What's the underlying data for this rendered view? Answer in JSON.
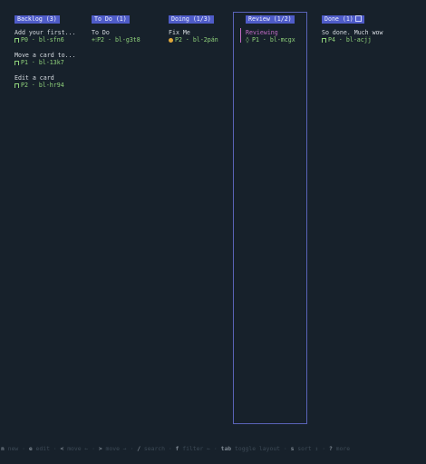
{
  "columns": [
    {
      "header": "Backlog (3)",
      "cards": [
        {
          "title": "Add your first...",
          "priority": "P0",
          "id": "bl-sfn6",
          "icon": "bookmark-icon"
        },
        {
          "title": "Move a card to...",
          "priority": "P1",
          "id": "bl-13k7",
          "icon": "bookmark-icon"
        },
        {
          "title": "Edit a card",
          "priority": "P2",
          "id": "bl-hr94",
          "icon": "bookmark-icon"
        }
      ]
    },
    {
      "header": "To Do (1)",
      "cards": [
        {
          "title": "To Do",
          "priority": "P2",
          "id": "bl-g3t8",
          "icon": "sparkle-icon",
          "icon_glyph": "+⁝"
        }
      ]
    },
    {
      "header": "Doing (1/3)",
      "cards": [
        {
          "title": "Fix Me",
          "priority": "P2",
          "id": "bl-2pán",
          "icon": "in-progress-dot-icon"
        }
      ]
    },
    {
      "header": "Review (1/2)",
      "selected": true,
      "cards": [
        {
          "title": "Reviewing",
          "priority": "P1",
          "id": "bl-mcgx",
          "icon": "diamond-icon",
          "icon_glyph": "◊"
        }
      ]
    },
    {
      "header": "Done (1)",
      "cards": [
        {
          "title": "So done. Much wow",
          "priority": "P4",
          "id": "bl-acjj",
          "icon": "bookmark-icon"
        }
      ]
    }
  ],
  "footer": [
    {
      "key": "n",
      "label": "new"
    },
    {
      "key": "e",
      "label": "edit"
    },
    {
      "key": "<",
      "label": "move ←"
    },
    {
      "key": ">",
      "label": "move →"
    },
    {
      "key": "/",
      "label": "search"
    },
    {
      "key": "f",
      "label": "filter ←"
    },
    {
      "key": "tab",
      "label": "toggle layout"
    },
    {
      "key": "s",
      "label": "sort ↕"
    },
    {
      "key": "?",
      "label": "more"
    }
  ],
  "colors": {
    "background": "#17212b",
    "header_bg": "#4f5cc8",
    "meta_green": "#8fd17a",
    "review_magenta": "#c06bc4",
    "doing_dot": "#e1a83a",
    "selected_border": "#5a63b8"
  }
}
